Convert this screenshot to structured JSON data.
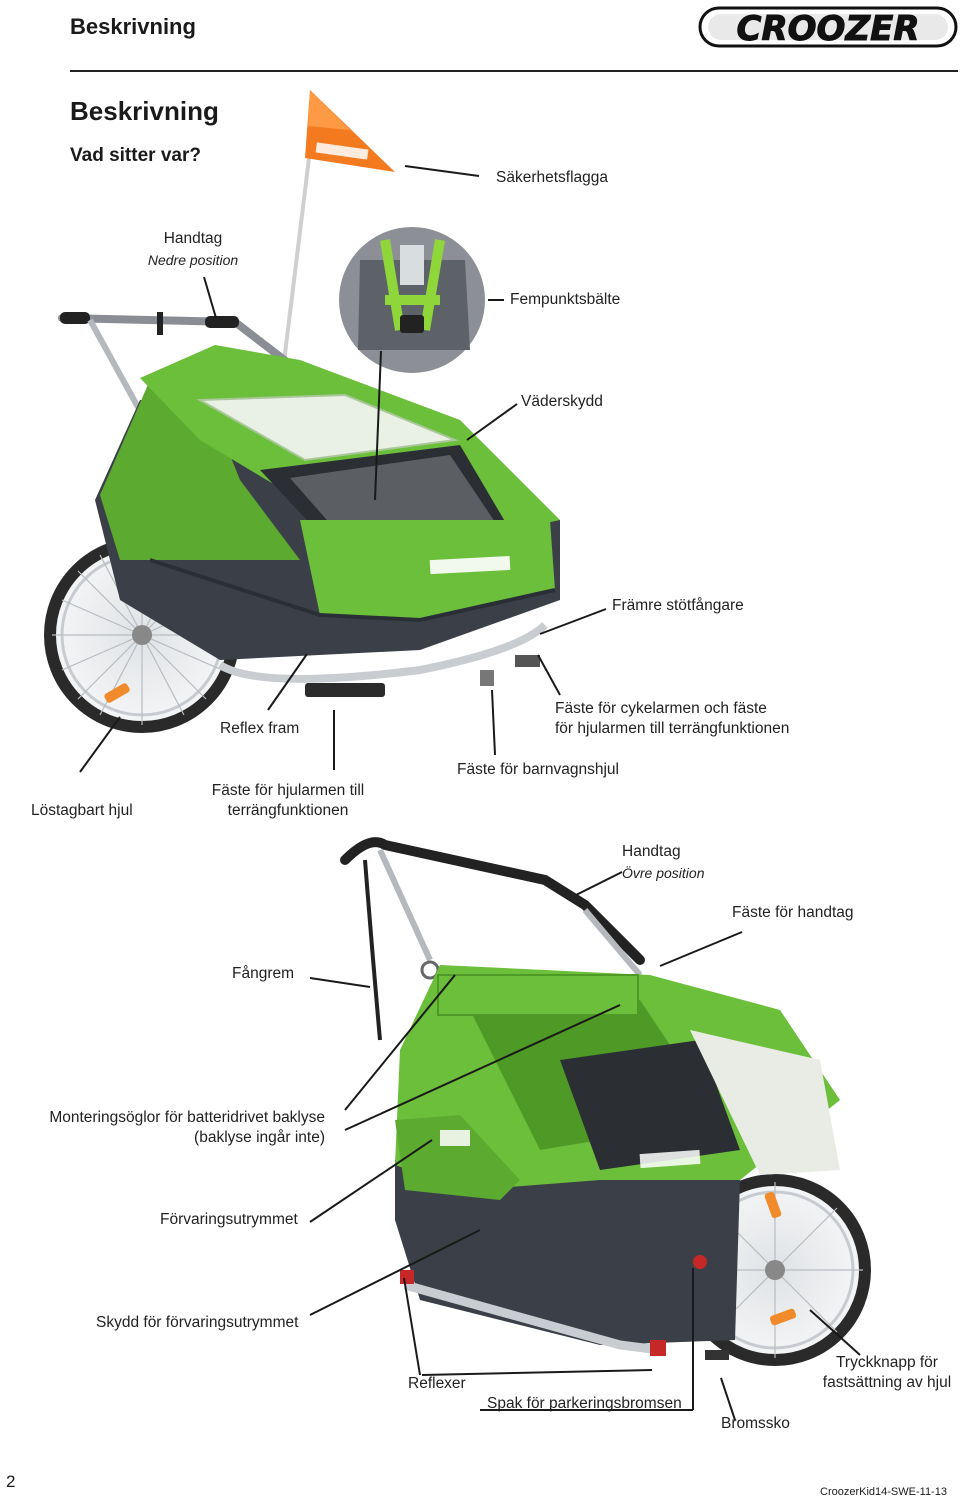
{
  "header": {
    "section_title": "Beskrivning",
    "brand": "CROOZER"
  },
  "content": {
    "title": "Beskrivning",
    "subtitle": "Vad sitter var?"
  },
  "labels_top": {
    "flag": "Säkerhetsflagga",
    "handle_lower": "Handtag",
    "handle_lower_sub": "Nedre position",
    "harness": "Fempunktsbälte",
    "weather_cover": "Väderskydd",
    "front_bumper": "Främre stötfångare",
    "reflex_front": "Reflex fram",
    "bike_arm_mount_1": "Fäste för cykelarmen och fäste",
    "bike_arm_mount_2": "för hjularmen till terrängfunktionen",
    "removable_wheel": "Löstagbart hjul",
    "wheel_arm_mount_1": "Fäste för hjularmen till",
    "wheel_arm_mount_2": "terrängfunktionen",
    "stroller_wheel_mount": "Fäste för barnvagnshjul"
  },
  "labels_bottom": {
    "handle_upper": "Handtag",
    "handle_upper_sub": "Övre position",
    "handle_mount": "Fäste för handtag",
    "safety_strap": "Fångrem",
    "tail_light_loops_1": "Monteringsöglor för batteridrivet baklyse",
    "tail_light_loops_2": "(baklyse ingår inte)",
    "storage": "Förvaringsutrymmet",
    "storage_cover": "Skydd för förvaringsutrymmet",
    "reflectors": "Reflexer",
    "parking_brake": "Spak för parkeringsbromsen",
    "brake_shoe": "Bromssko",
    "wheel_button_1": "Tryckknapp för",
    "wheel_button_2": "fastsättning av hjul"
  },
  "footer": {
    "page_number": "2",
    "doc_code": "CroozerKid14-SWE-11-13"
  },
  "colors": {
    "trailer_green": "#6cbf3a",
    "trailer_green_dark": "#4f9a26",
    "trailer_grey": "#3b4048",
    "flag_orange": "#f47a20",
    "frame_silver": "#c9ccd0"
  }
}
